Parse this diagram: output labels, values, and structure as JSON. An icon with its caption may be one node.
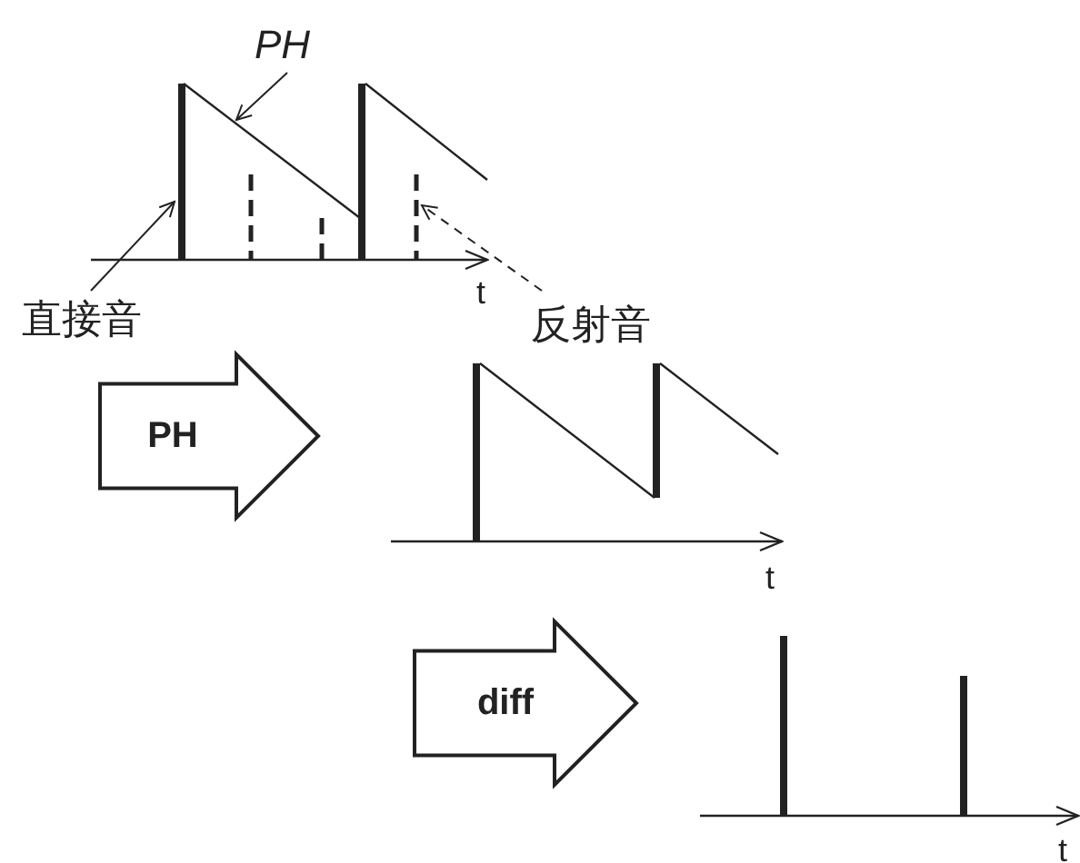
{
  "diagram": {
    "nodes": [
      {
        "text": [
          "PH"
        ]
      },
      {
        "text": [],
        "shape": "line"
      },
      {
        "text": [
          "直接音"
        ]
      },
      {
        "text": [],
        "shape": "bar"
      },
      {
        "text": [
          "反射音"
        ]
      },
      {
        "text": [],
        "shape": "bar"
      },
      {
        "text": [
          "PH"
        ]
      },
      {
        "text": [
          "diff"
        ]
      }
    ],
    "edges": [
      {
        "from": 0,
        "to": 1,
        "arrow": "to"
      },
      {
        "from": 2,
        "to": 3,
        "arrow": "to"
      },
      {
        "from": 4,
        "to": 5,
        "arrow": "to",
        "style": "dashed"
      }
    ],
    "labels": [
      "t",
      "t",
      "t"
    ]
  }
}
